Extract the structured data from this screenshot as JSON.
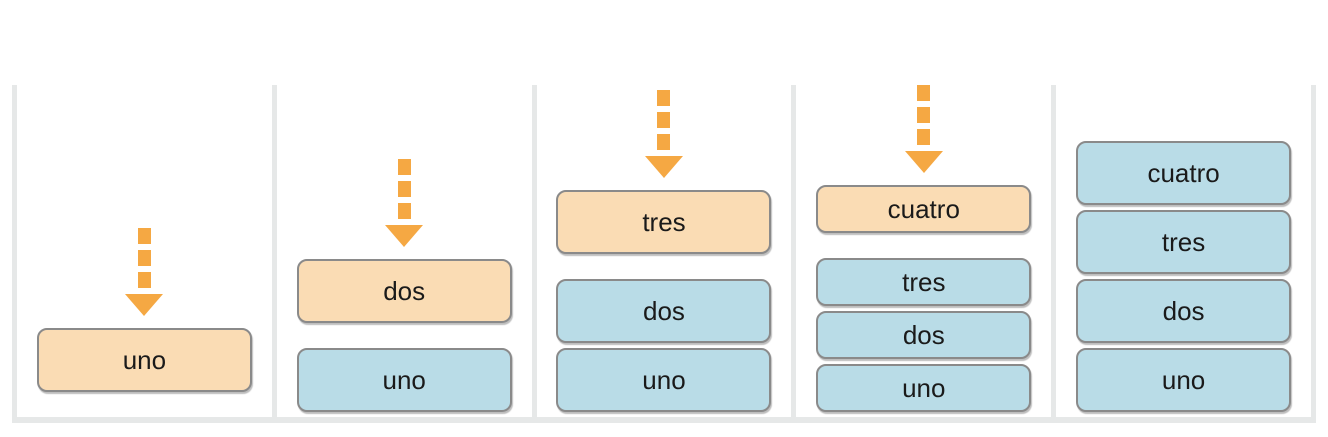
{
  "colors": {
    "pushed_fill": "#FADCB4",
    "stacked_fill": "#B9DCE7",
    "box_border": "#8A8A8A",
    "arrow": "#F5A843",
    "frame": "#E6E8E8",
    "text": "#1A1A1A"
  },
  "panels": [
    {
      "arrow": true,
      "pushed": "uno",
      "stack": []
    },
    {
      "arrow": true,
      "pushed": "dos",
      "stack": [
        "uno"
      ]
    },
    {
      "arrow": true,
      "pushed": "tres",
      "stack": [
        "dos",
        "uno"
      ]
    },
    {
      "arrow": true,
      "pushed": "cuatro",
      "stack": [
        "tres",
        "dos",
        "uno"
      ]
    },
    {
      "arrow": false,
      "pushed": null,
      "stack": [
        "cuatro",
        "tres",
        "dos",
        "uno"
      ]
    }
  ]
}
